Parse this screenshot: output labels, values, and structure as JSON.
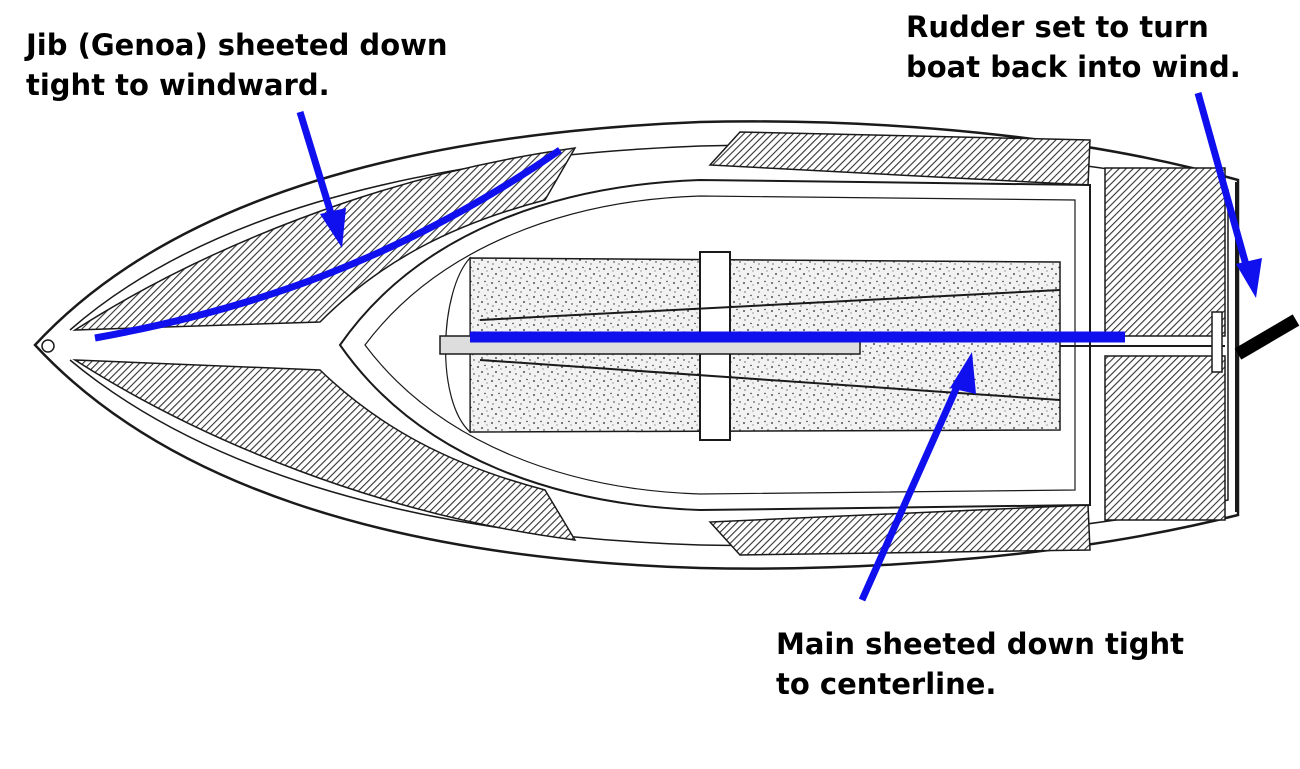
{
  "annotations": {
    "jib": {
      "line1": "Jib (Genoa) sheeted down",
      "line2": "tight to windward."
    },
    "rudder": {
      "line1": "Rudder set to turn",
      "line2": "boat back into wind."
    },
    "main": {
      "line1": "Main sheeted down tight",
      "line2": "to centerline."
    }
  },
  "colors": {
    "annotation": "#1010ee",
    "rudder": "#000000",
    "hull_line": "#1a1a1a",
    "hatch": "#333333",
    "speckle": "#e8e8e8"
  }
}
